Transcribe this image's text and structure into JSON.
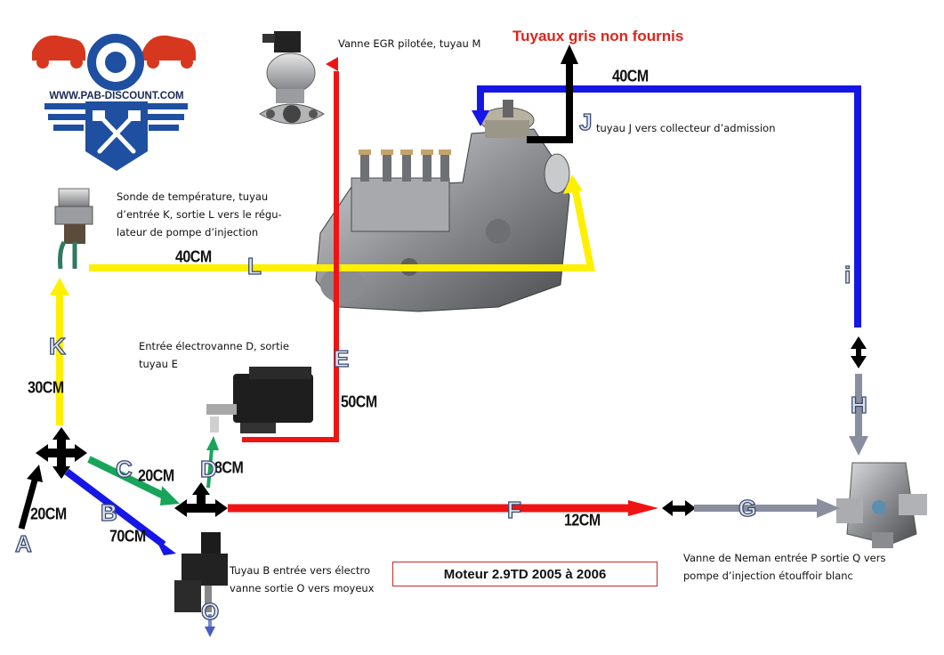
{
  "logo": {
    "site": "WWW.PAB-DISCOUNT.COM",
    "icon": "pistons-wrench-logo",
    "brand_color": "#1f4fa0",
    "car_color": "#d8371f"
  },
  "warning": "Tuyaux gris non fournis",
  "title": "Moteur 2.9TD 2005 à 2006",
  "colors": {
    "yellow": "#ffef00",
    "blue": "#1616e6",
    "red": "#ef1414",
    "green": "#18a55a",
    "black": "#000000",
    "grey": "#8a8fa0"
  },
  "notes": {
    "egr": "Vanne EGR pilotée, tuyau M",
    "sonde_l1": "Sonde de température, tuyau",
    "sonde_l2": "d’entrée K, sortie L vers le régu-",
    "sonde_l3": "lateur de pompe d’injection",
    "electrovanne_l1": "Entrée électrovanne D, sortie",
    "electrovanne_l2": "tuyau E",
    "tuyau_j": "tuyau J vers collecteur d’admission",
    "tuyau_b_l1": "Tuyau B entrée vers électro",
    "tuyau_b_l2": "vanne sortie O vers moyeux",
    "neman_l1": "Vanne de Neman entrée P sortie Q vers",
    "neman_l2": "pompe d’injection étouffoir blanc"
  },
  "lengths": {
    "top_40": "40CM",
    "l_40": "40CM",
    "k_30": "30CM",
    "e_50": "50CM",
    "c_20": "20CM",
    "d_8": "8CM",
    "a_20": "20CM",
    "b_70": "70CM",
    "f_12": "12CM"
  },
  "letters": {
    "a": "A",
    "b": "B",
    "c": "C",
    "d": "D",
    "e": "E",
    "f": "F",
    "g": "G",
    "h": "H",
    "i": "i",
    "j": "J",
    "k": "K",
    "l": "L",
    "o": "O"
  },
  "components": [
    "injection-pump-image",
    "egr-valve-image",
    "temperature-sensor-image",
    "solenoid-valve-d-image",
    "solenoid-valve-o-image",
    "neman-valve-image"
  ]
}
